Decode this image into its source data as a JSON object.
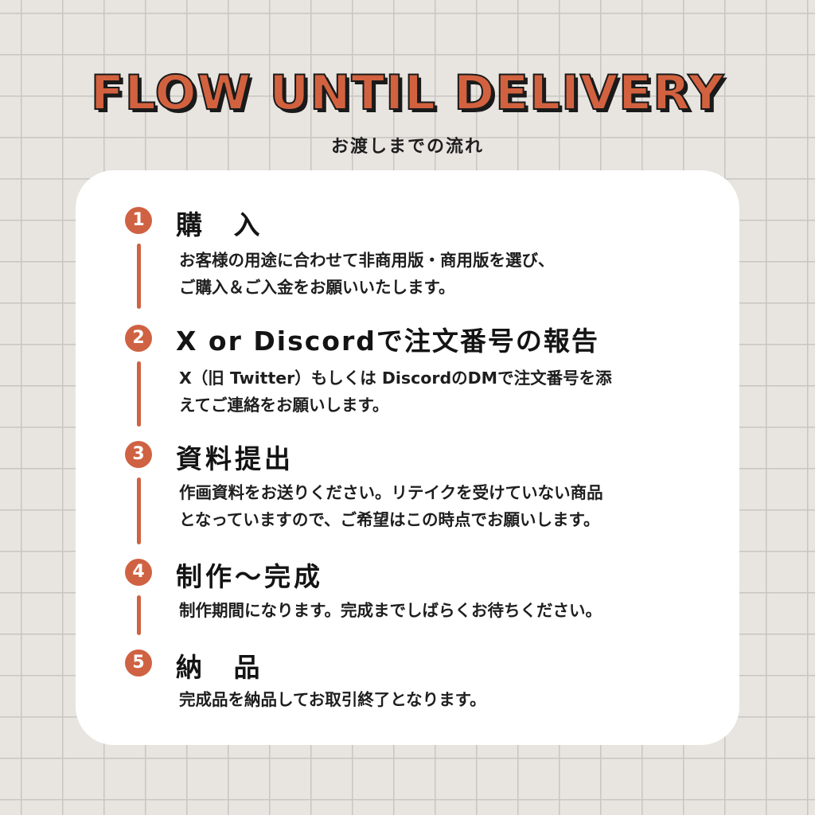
{
  "header": {
    "title": "FLOW UNTIL DELIVERY",
    "subtitle": "お渡しまでの流れ"
  },
  "steps": [
    {
      "number": "1",
      "title": "購 入",
      "lines": [
        "お客様の用途に合わせて非商用版・商用版を選び、",
        "ご購入＆ご入金をお願いいたします。"
      ]
    },
    {
      "number": "2",
      "title": "X or Discordで注文番号の報告",
      "lines": [
        "X（旧 Twitter）もしくは DiscordのDMで注文番号を添",
        "えてご連絡をお願いします。"
      ]
    },
    {
      "number": "3",
      "title": "資料提出",
      "lines": [
        "作画資料をお送りください。リテイクを受けていない商品",
        "となっていますので、ご希望はこの時点でお願いします。"
      ]
    },
    {
      "number": "4",
      "title": "制作～完成",
      "lines": [
        "制作期間になります。完成までしばらくお待ちください。"
      ]
    },
    {
      "number": "5",
      "title": "納 品",
      "lines": [
        "完成品を納品してお取引終了となります。"
      ]
    }
  ],
  "colors": {
    "accent": "#cf6243",
    "text": "#1e1e1e",
    "background": "#e8e5e1",
    "card": "#ffffff"
  }
}
